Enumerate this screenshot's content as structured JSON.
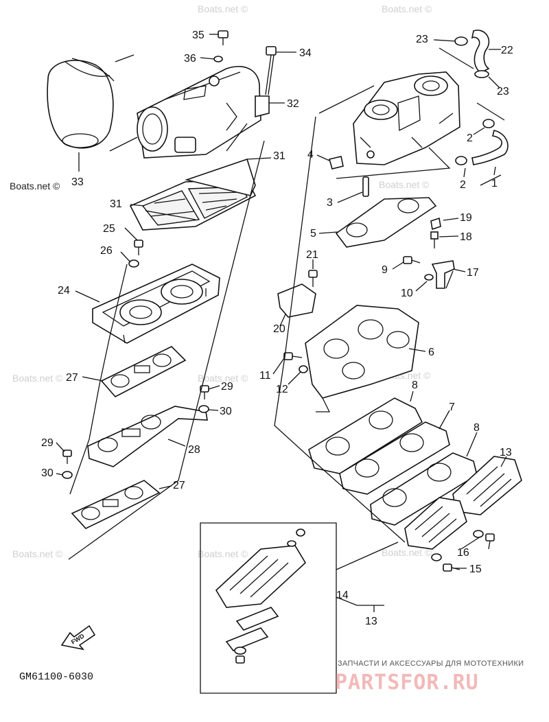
{
  "watermarks": [
    "Boats.net ©",
    "Boats.net ©",
    "Boats.net ©",
    "Boats.net ©",
    "Boats.net ©",
    "Boats.net ©",
    "Boats.net ©",
    "Boats.net ©",
    "Boats.net ©"
  ],
  "watermark_dark": "Boats.net ©",
  "part_labels": [
    "35",
    "36",
    "34",
    "32",
    "33",
    "31",
    "31",
    "25",
    "26",
    "24",
    "27",
    "29",
    "30",
    "28",
    "29",
    "30",
    "27",
    "23",
    "22",
    "23",
    "2",
    "4",
    "2",
    "1",
    "3",
    "5",
    "19",
    "18",
    "21",
    "9",
    "17",
    "10",
    "20",
    "6",
    "11",
    "12",
    "8",
    "7",
    "8",
    "13",
    "16",
    "15",
    "14",
    "13"
  ],
  "fwd_label": "FWD",
  "drawing_code": "GM61100-6030",
  "brand_tagline": "ЗАПЧАСТИ И АКСЕССУАРЫ ДЛЯ МОТОТЕХНИКИ",
  "brand_name": "PARTSFOR.RU"
}
